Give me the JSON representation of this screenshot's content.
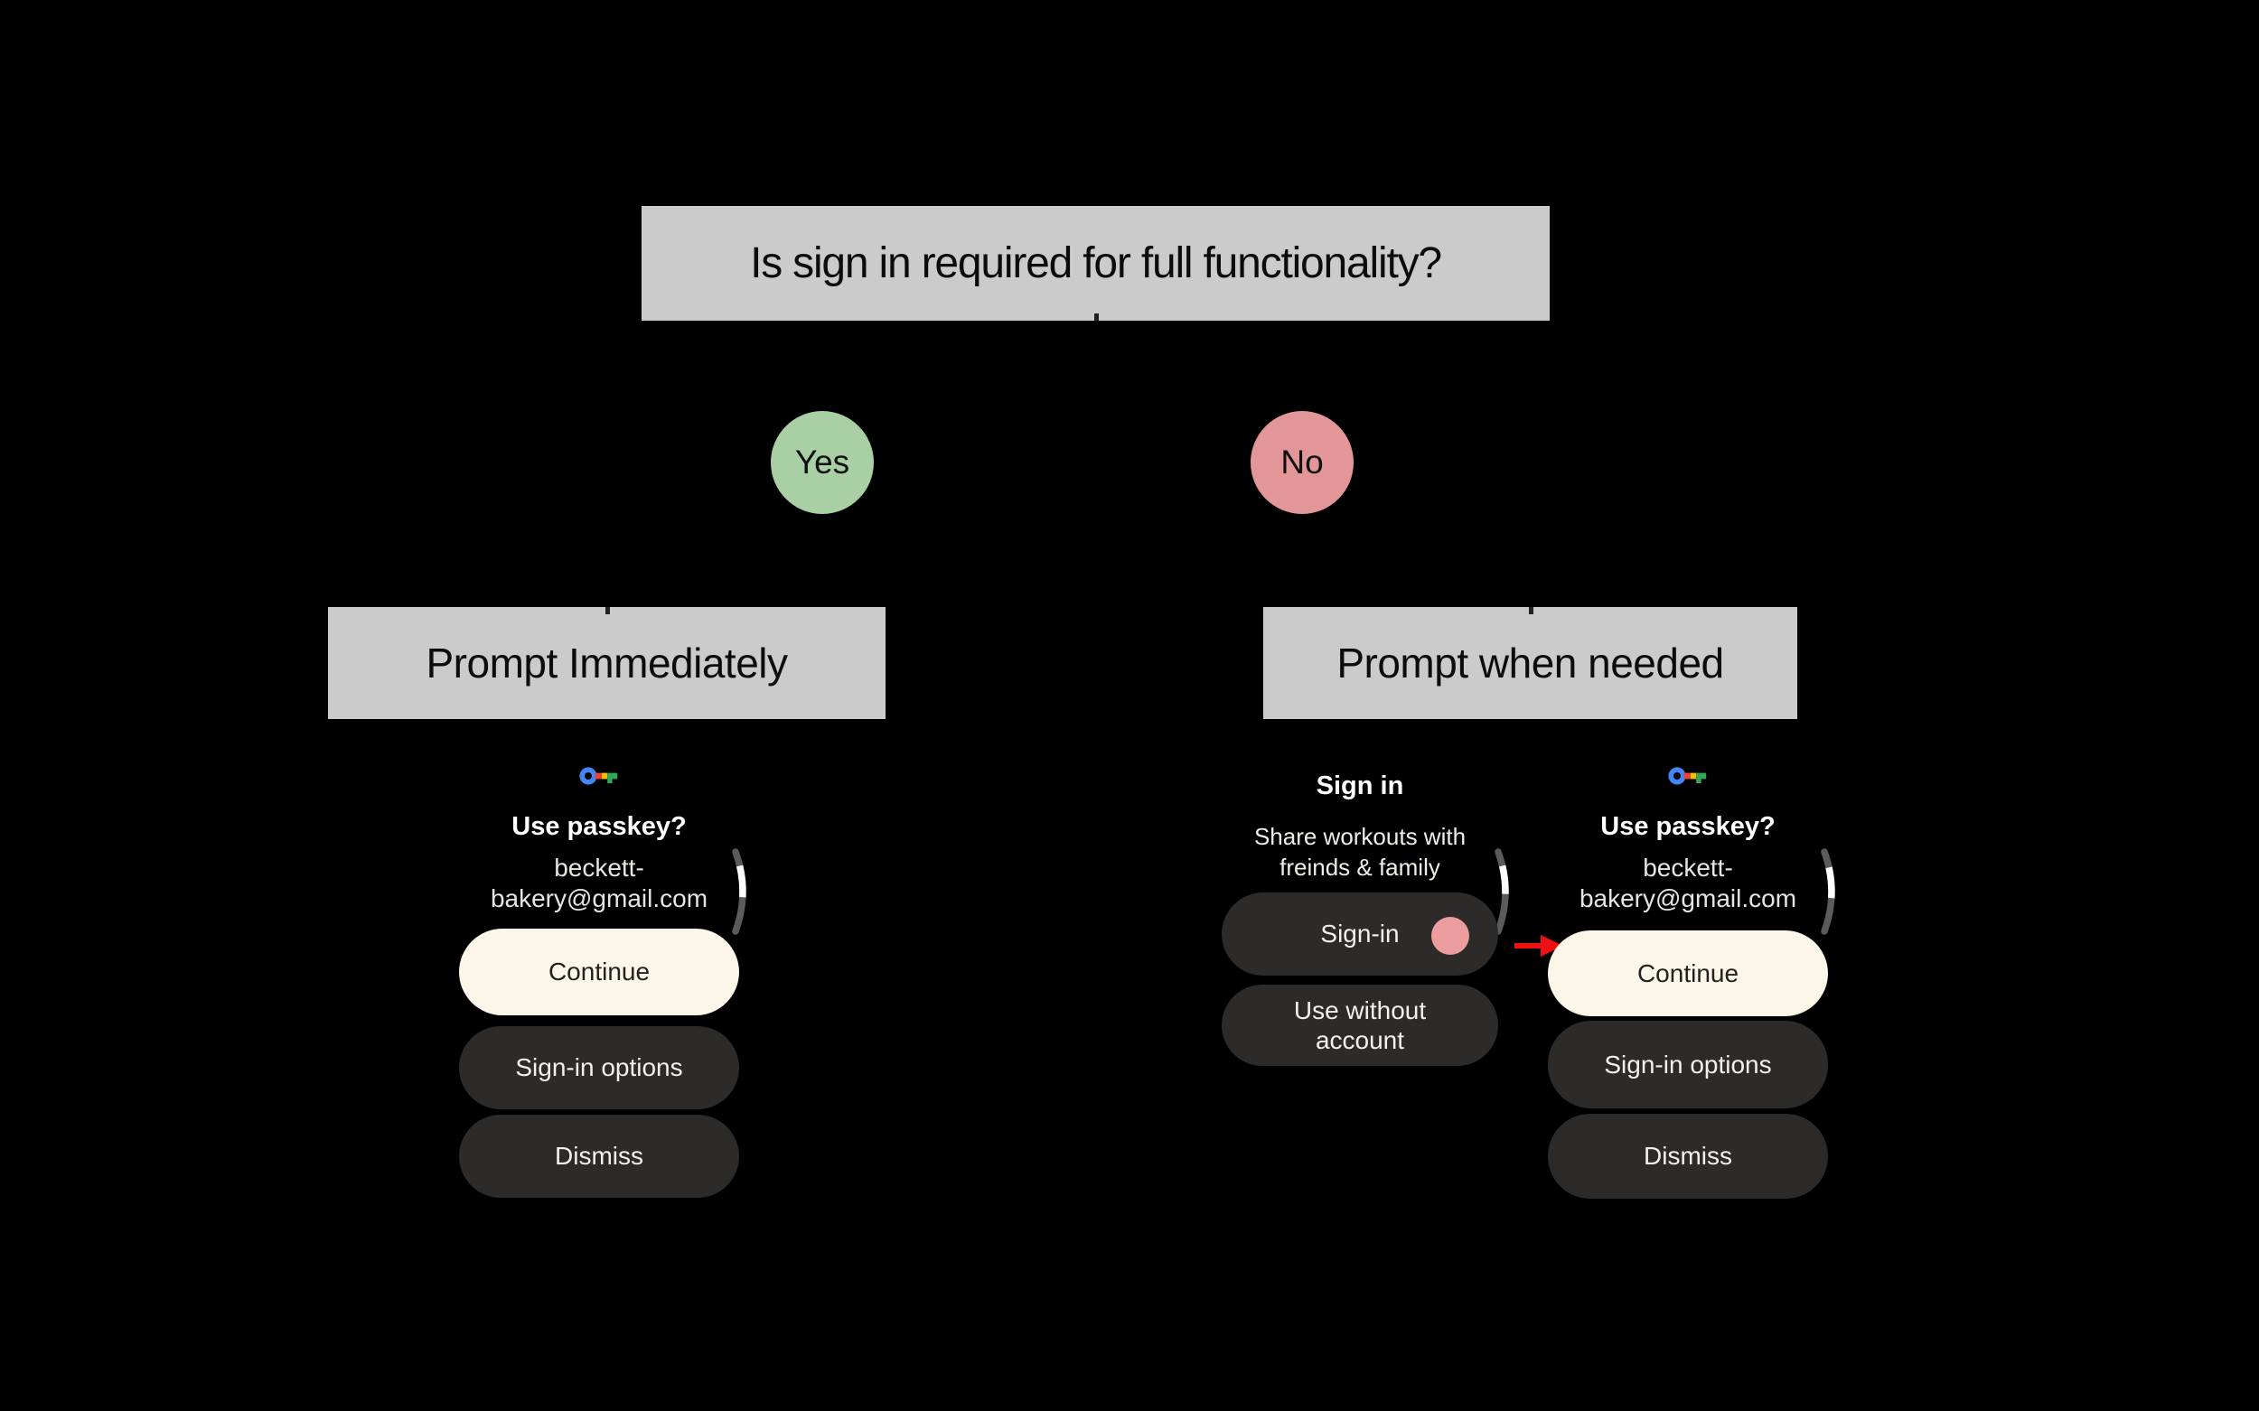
{
  "colors": {
    "background": "#000000",
    "flow_box_gray": "#cbcbcb",
    "yes_green": "#a9cfa4",
    "no_pink": "#e29697",
    "continue_cream": "#fbf6e7",
    "dark_pill": "#2c2b29",
    "tap_indicator_pink": "#eb9e9d",
    "arrow_red": "#ee1111",
    "passkey_icon_blue": "#4285f4",
    "passkey_icon_red": "#ea4335",
    "passkey_icon_yellow": "#fbbc05",
    "passkey_icon_green": "#34a853"
  },
  "flowchart": {
    "title": "Is sign in required for full functionality?",
    "yes_label": "Yes",
    "no_label": "No",
    "left_branch": {
      "header": "Prompt Immediately",
      "passkey_screen": {
        "title": "Use passkey?",
        "email_line1": "beckett-",
        "email_line2": "bakery@gmail.com",
        "buttons": {
          "continue": "Continue",
          "signin_options": "Sign-in options",
          "dismiss": "Dismiss"
        }
      }
    },
    "right_branch": {
      "header": "Prompt when needed",
      "signin_screen": {
        "title": "Sign in",
        "description_line1": "Share workouts with",
        "description_line2": "freinds & family",
        "buttons": {
          "signin": "Sign-in",
          "use_without_account": "Use without account"
        }
      },
      "passkey_screen": {
        "title": "Use passkey?",
        "email_line1": "beckett-",
        "email_line2": "bakery@gmail.com",
        "buttons": {
          "continue": "Continue",
          "signin_options": "Sign-in options",
          "dismiss": "Dismiss"
        }
      }
    }
  }
}
